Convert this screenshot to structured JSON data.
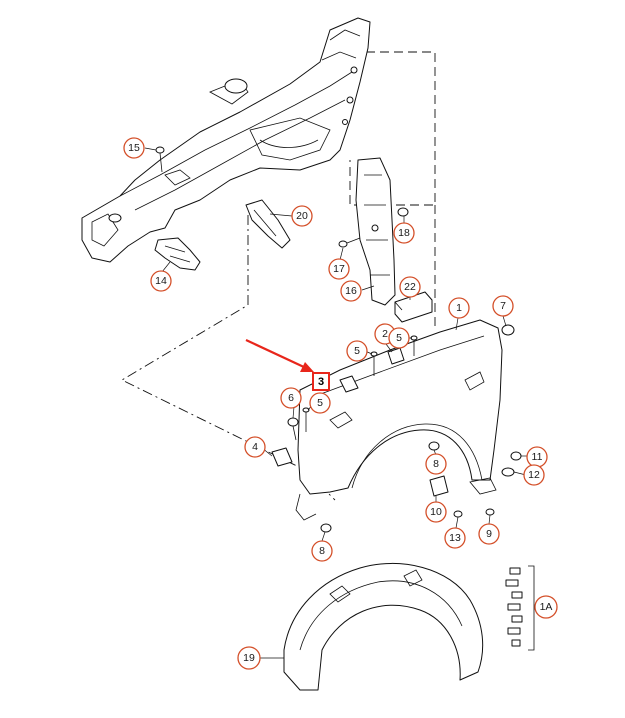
{
  "diagram": {
    "highlight": {
      "label": "3",
      "color": "#e8261b"
    },
    "accent_color": "#d4502a",
    "callouts": [
      {
        "id": "15",
        "label": "15"
      },
      {
        "id": "20",
        "label": "20"
      },
      {
        "id": "18",
        "label": "18"
      },
      {
        "id": "17",
        "label": "17"
      },
      {
        "id": "14",
        "label": "14"
      },
      {
        "id": "16",
        "label": "16"
      },
      {
        "id": "22",
        "label": "22"
      },
      {
        "id": "1",
        "label": "1"
      },
      {
        "id": "7",
        "label": "7"
      },
      {
        "id": "2",
        "label": "2"
      },
      {
        "id": "5a",
        "label": "5"
      },
      {
        "id": "5b",
        "label": "5"
      },
      {
        "id": "5c",
        "label": "5"
      },
      {
        "id": "6",
        "label": "6"
      },
      {
        "id": "4",
        "label": "4"
      },
      {
        "id": "8a",
        "label": "8"
      },
      {
        "id": "11",
        "label": "11"
      },
      {
        "id": "12",
        "label": "12"
      },
      {
        "id": "10",
        "label": "10"
      },
      {
        "id": "13",
        "label": "13"
      },
      {
        "id": "9",
        "label": "9"
      },
      {
        "id": "8b",
        "label": "8"
      },
      {
        "id": "1A",
        "label": "1A"
      },
      {
        "id": "19",
        "label": "19"
      }
    ]
  }
}
